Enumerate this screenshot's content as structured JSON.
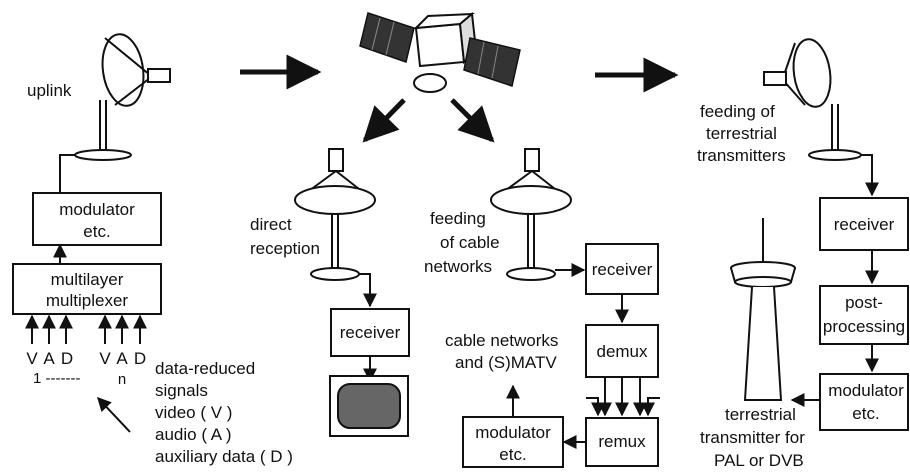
{
  "uplink_station": {
    "uplink_label": "uplink",
    "modulator_label": [
      "modulator",
      "etc."
    ],
    "multiplexer_label": [
      "multilayer",
      "multiplexer"
    ],
    "input_letters": [
      "V",
      "A",
      "D",
      "V",
      "A",
      "D"
    ],
    "input_index": [
      "1 -------",
      "n"
    ]
  },
  "legend": {
    "lines": [
      "data-reduced",
      "signals",
      "video ( V )",
      "audio ( A )",
      "auxiliary data ( D )"
    ]
  },
  "direct_reception": {
    "label": [
      "direct",
      "reception"
    ],
    "receiver_label": "receiver"
  },
  "cable_feed": {
    "label": [
      "feeding",
      "of cable",
      "networks"
    ],
    "receiver_label": "receiver",
    "demux_label": "demux",
    "remux_label": "remux",
    "modulator_label": [
      "modulator",
      "etc."
    ],
    "output_label": [
      "cable networks",
      "and (S)MATV"
    ]
  },
  "terrestrial_feed": {
    "label": [
      "feeding of",
      "terrestrial",
      "transmitters"
    ],
    "receiver_label": "receiver",
    "postprocessing_label": [
      "post-",
      "processing"
    ],
    "modulator_label": [
      "modulator",
      "etc."
    ],
    "transmitter_label": [
      "terrestrial",
      "transmitter for",
      "PAL or DVB"
    ]
  }
}
